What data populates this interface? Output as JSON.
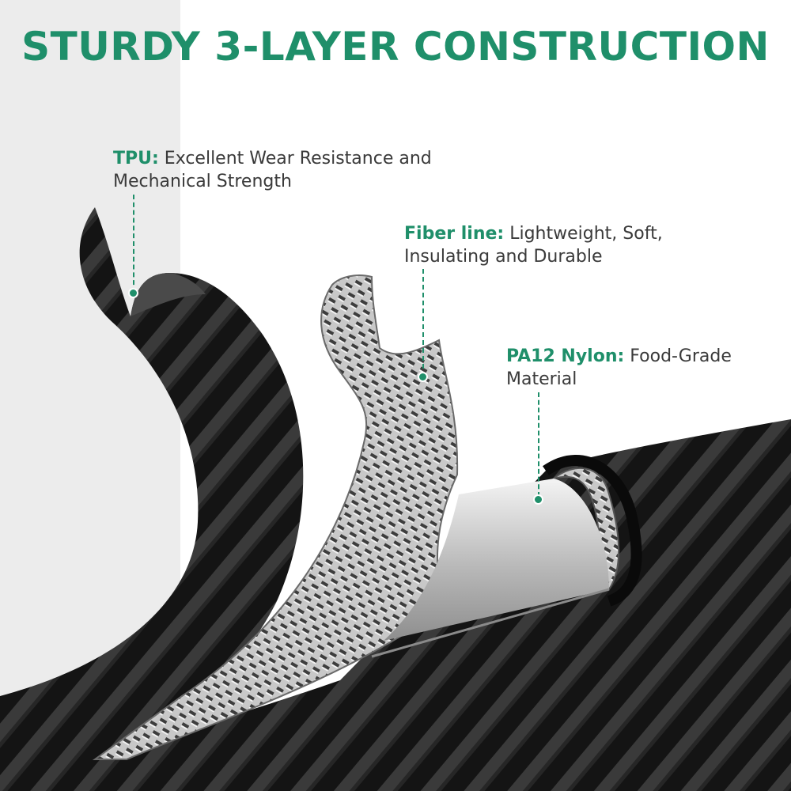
{
  "headline": "STURDY 3-LAYER CONSTRUCTION",
  "callouts": {
    "tpu": {
      "key": "TPU:",
      "text": "Excellent Wear Resistance and Mechanical Strength"
    },
    "fiber": {
      "key": "Fiber line:",
      "text": "Lightweight, Soft, Insulating and Durable"
    },
    "nylon": {
      "key": "PA12 Nylon:",
      "text": "Food-Grade Material"
    }
  },
  "colors": {
    "accent": "#1f8f6a",
    "text": "#3a3a3a",
    "side_panel": "#ececec",
    "tpu_jacket": "#141414",
    "fiber_braid": "#b8b8b8",
    "nylon_core": "#bdbdbd"
  }
}
